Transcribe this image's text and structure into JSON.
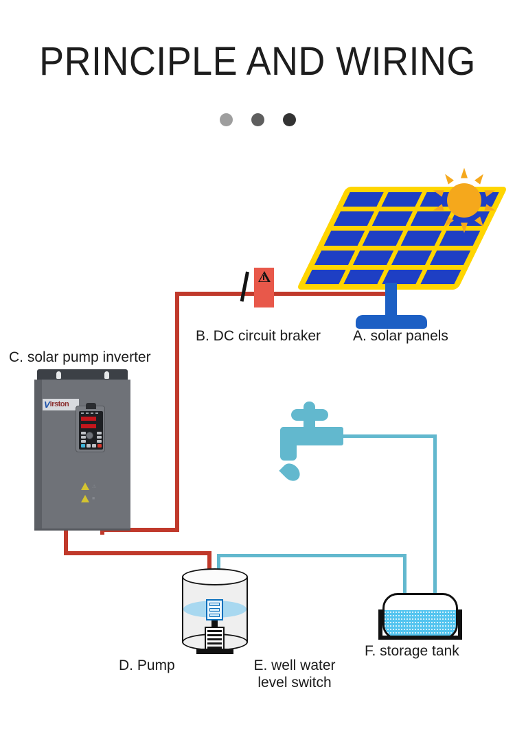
{
  "header": {
    "title": "PRINCIPLE AND WIRING",
    "dots": [
      {
        "name": "dot-1",
        "color": "#9e9e9e"
      },
      {
        "name": "dot-2",
        "color": "#5e5e5e"
      },
      {
        "name": "dot-3",
        "color": "#333333"
      }
    ]
  },
  "diagram": {
    "labels": {
      "solar_panels": "A. solar panels",
      "dc_circuit_breaker": "B. DC circuit braker",
      "solar_pump_inverter": "C. solar pump inverter",
      "pump": "D. Pump",
      "well_water_level_switch": "E. well water\nlevel switch",
      "storage_tank": "F. storage tank"
    },
    "inverter": {
      "brand_mark": "V",
      "brand_text": "irston"
    },
    "colors": {
      "wire_dc": "#c0392b",
      "pipe_water": "#62b8ce",
      "panel_frame": "#ffd500",
      "panel_cell": "#1e3fc4",
      "panel_mount": "#1c5fc4",
      "sun": "#f5a81c",
      "breaker": "#e8584a",
      "inverter_body": "#6f7278",
      "tank_water": "#53c4ef",
      "well_water": "#a8d8f0",
      "warning": "#d4c430"
    }
  }
}
